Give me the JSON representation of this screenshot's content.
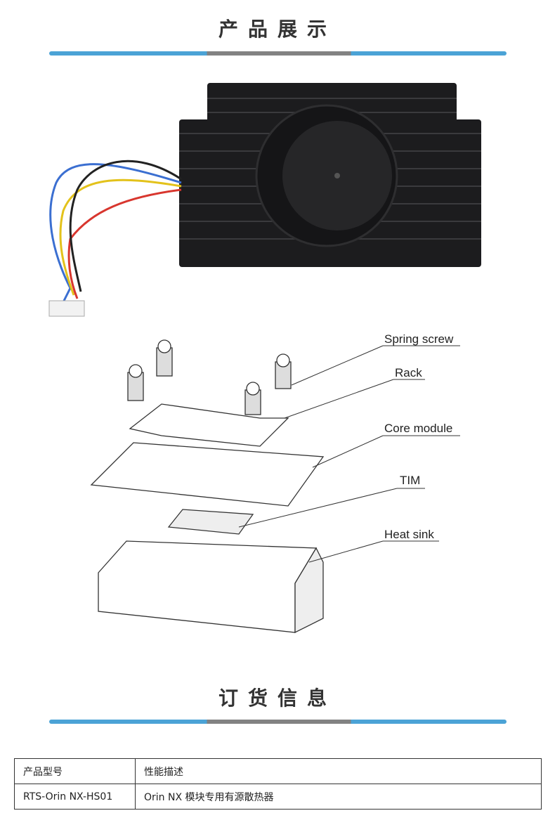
{
  "section1": {
    "title": "产品展示"
  },
  "diagram": {
    "labels": [
      "Spring screw",
      "Rack",
      "Core module",
      "TIM",
      "Heat sink"
    ]
  },
  "section2": {
    "title": "订货信息"
  },
  "table": {
    "headers": [
      "产品型号",
      "性能描述"
    ],
    "rows": [
      [
        "RTS-Orin NX-HS01",
        "Orin NX 模块专用有源散热器"
      ]
    ]
  }
}
